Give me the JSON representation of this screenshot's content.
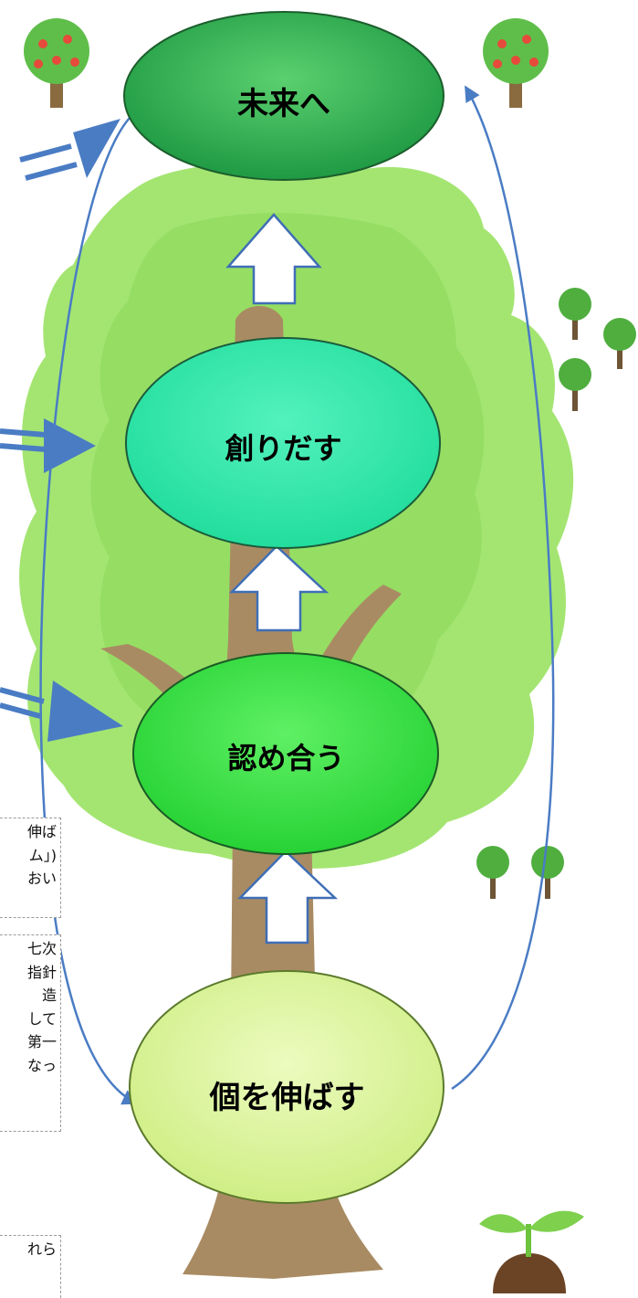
{
  "diagram": {
    "nodes": [
      {
        "id": "future",
        "label": "未来へ",
        "color": "#2ca44d"
      },
      {
        "id": "create",
        "label": "創りだす",
        "color": "#2de8a8"
      },
      {
        "id": "accept",
        "label": "認め合う",
        "color": "#32dd3f"
      },
      {
        "id": "grow",
        "label": "個を伸ばす",
        "color": "#dcf59c"
      }
    ],
    "connector_color": "#4a7cc4"
  },
  "side_text": {
    "box_a": [
      "伸ば",
      "ム」)",
      "おい"
    ],
    "box_b": [
      "七次",
      "指針",
      "造",
      "して",
      "第一",
      "なっ"
    ],
    "box_c": [
      "れら"
    ]
  }
}
